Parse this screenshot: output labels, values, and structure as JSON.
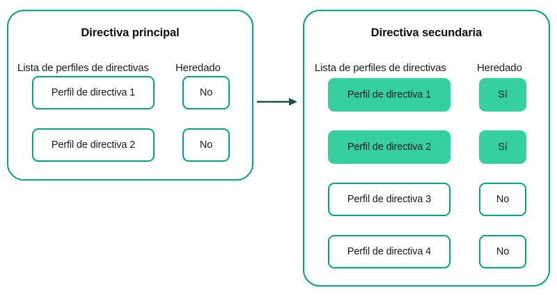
{
  "diagram": {
    "title_hidden": "",
    "accent_outline": "#00a583",
    "accent_fill": "#35cfa1",
    "arrow_color": "#1f4f47",
    "text_color": "#1a1a1a"
  },
  "arrow": {
    "name": "flow-arrow",
    "direction": "right",
    "from": "Directiva principal",
    "to": "Directiva secundaria"
  },
  "panels": [
    {
      "id": "primary",
      "title": "Directiva principal",
      "columns": {
        "list": "Lista de perfiles de directivas",
        "inherited": "Heredado"
      },
      "rows": [
        {
          "profile": "Perfil de directiva 1",
          "inherited": "No",
          "highlighted": false
        },
        {
          "profile": "Perfil de directiva 2",
          "inherited": "No",
          "highlighted": false
        }
      ]
    },
    {
      "id": "secondary",
      "title": "Directiva secundaria",
      "columns": {
        "list": "Lista de perfiles de directivas",
        "inherited": "Heredado"
      },
      "rows": [
        {
          "profile": "Perfil de directiva 1",
          "inherited": "Sí",
          "highlighted": true
        },
        {
          "profile": "Perfil de directiva 2",
          "inherited": "Sí",
          "highlighted": true
        },
        {
          "profile": "Perfil de directiva 3",
          "inherited": "No",
          "highlighted": false
        },
        {
          "profile": "Perfil de directiva 4",
          "inherited": "No",
          "highlighted": false
        }
      ]
    }
  ]
}
